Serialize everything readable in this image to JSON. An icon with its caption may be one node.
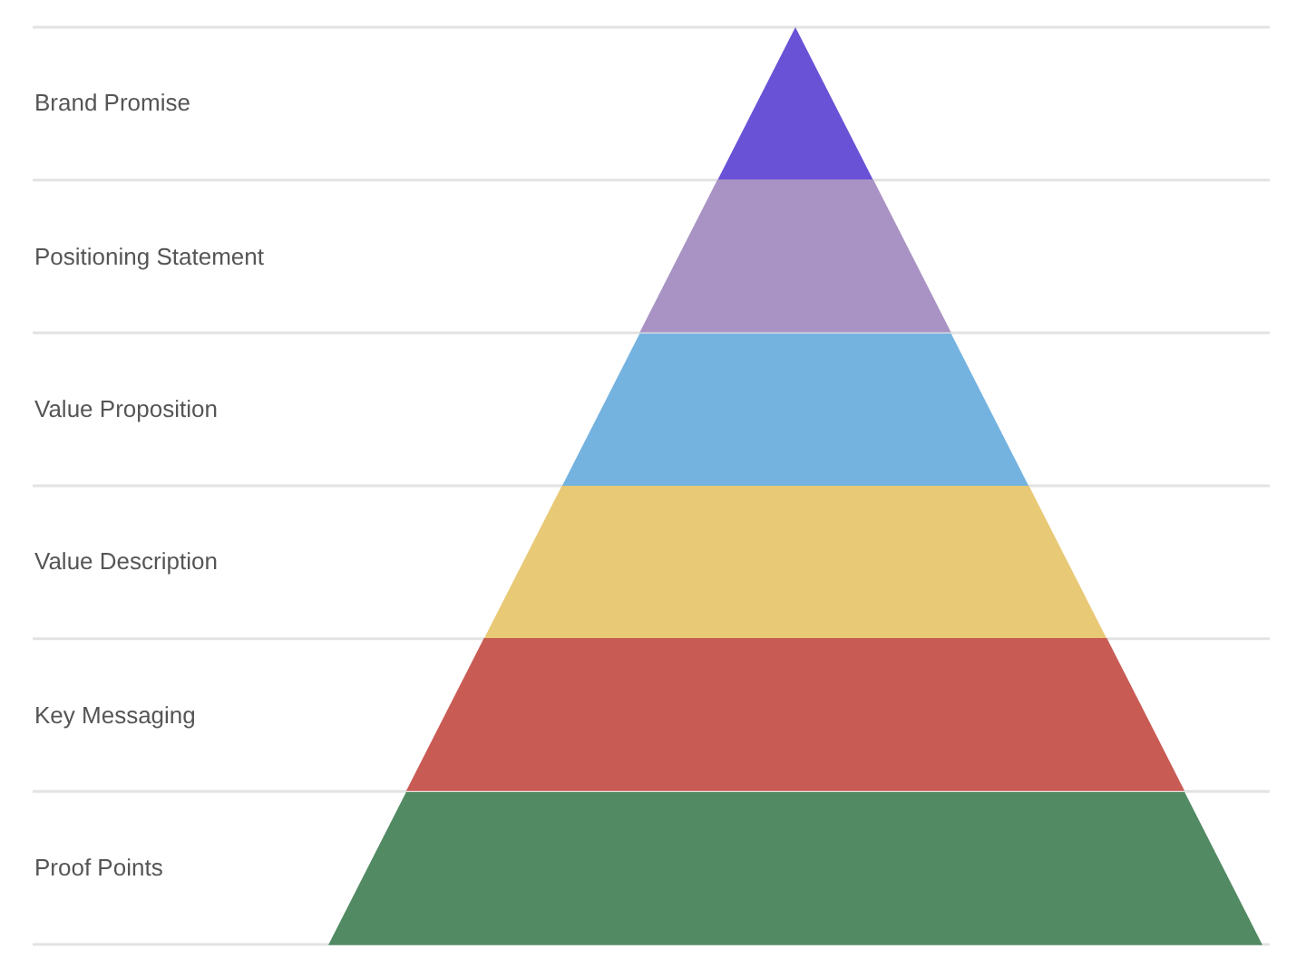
{
  "diagram": {
    "nodes": [
      {
        "text": [],
        "shape": "triangle"
      },
      {
        "text": [],
        "shape": "trapezoid"
      },
      {
        "text": [],
        "shape": "trapezoid"
      },
      {
        "text": [],
        "shape": "trapezoid"
      },
      {
        "text": [],
        "shape": "trapezoid"
      },
      {
        "text": [],
        "shape": "trapezoid"
      }
    ],
    "labels": [
      "Brand Promise",
      "Positioning Statement",
      "Value Proposition",
      "Value Description",
      "Key Messaging",
      "Proof Points"
    ]
  }
}
